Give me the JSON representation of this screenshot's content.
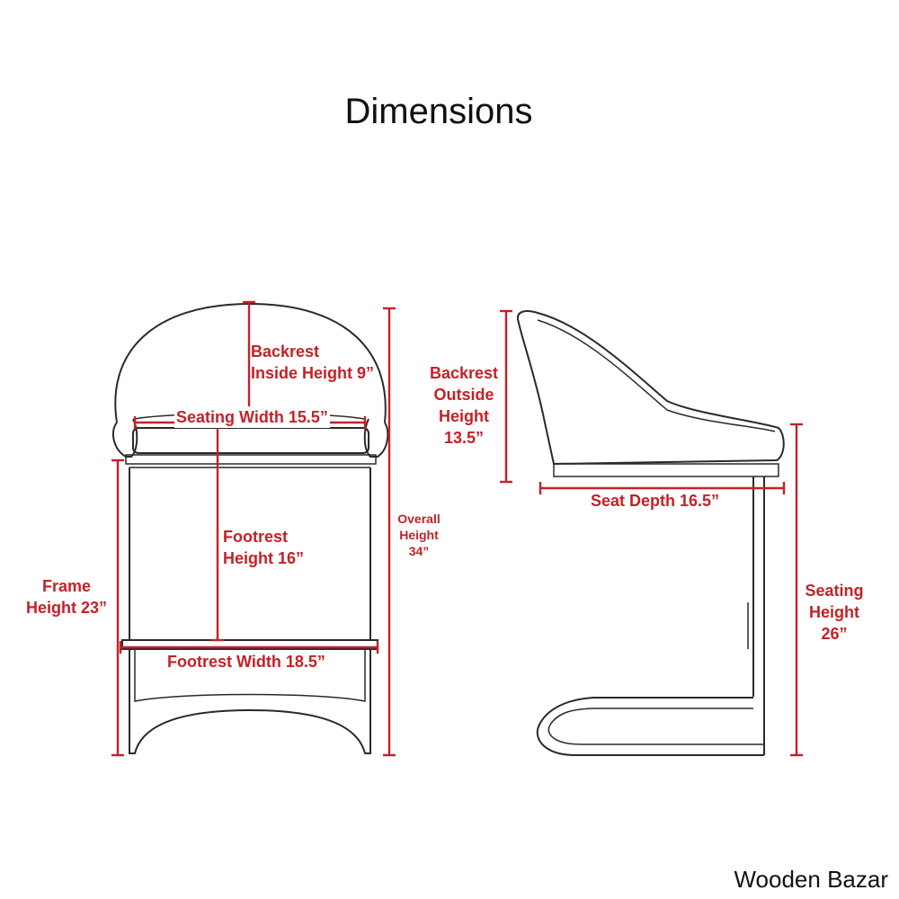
{
  "title": "Dimensions",
  "labels": {
    "backrest_inside_line1": "Backrest",
    "backrest_inside_line2": "Inside Height 9”",
    "seating_width": "Seating Width 15.5”",
    "footrest_height_line1": "Footrest",
    "footrest_height_line2": "Height 16”",
    "frame_height_line1": "Frame",
    "frame_height_line2": "Height 23”",
    "footrest_width": "Footrest Width 18.5”",
    "overall_height_line1": "Overall",
    "overall_height_line2": "Height",
    "overall_height_line3": "34”",
    "backrest_outside_line1": "Backrest",
    "backrest_outside_line2": "Outside",
    "backrest_outside_line3": "Height",
    "backrest_outside_line4": "13.5”",
    "seat_depth": "Seat Depth 16.5”",
    "seating_height_line1": "Seating",
    "seating_height_line2": "Height",
    "seating_height_line3": "26”"
  },
  "watermark": "Wooden Bazar",
  "colors": {
    "dimension": "#c42127",
    "outline": "#2a2a2a",
    "text": "#111111"
  }
}
